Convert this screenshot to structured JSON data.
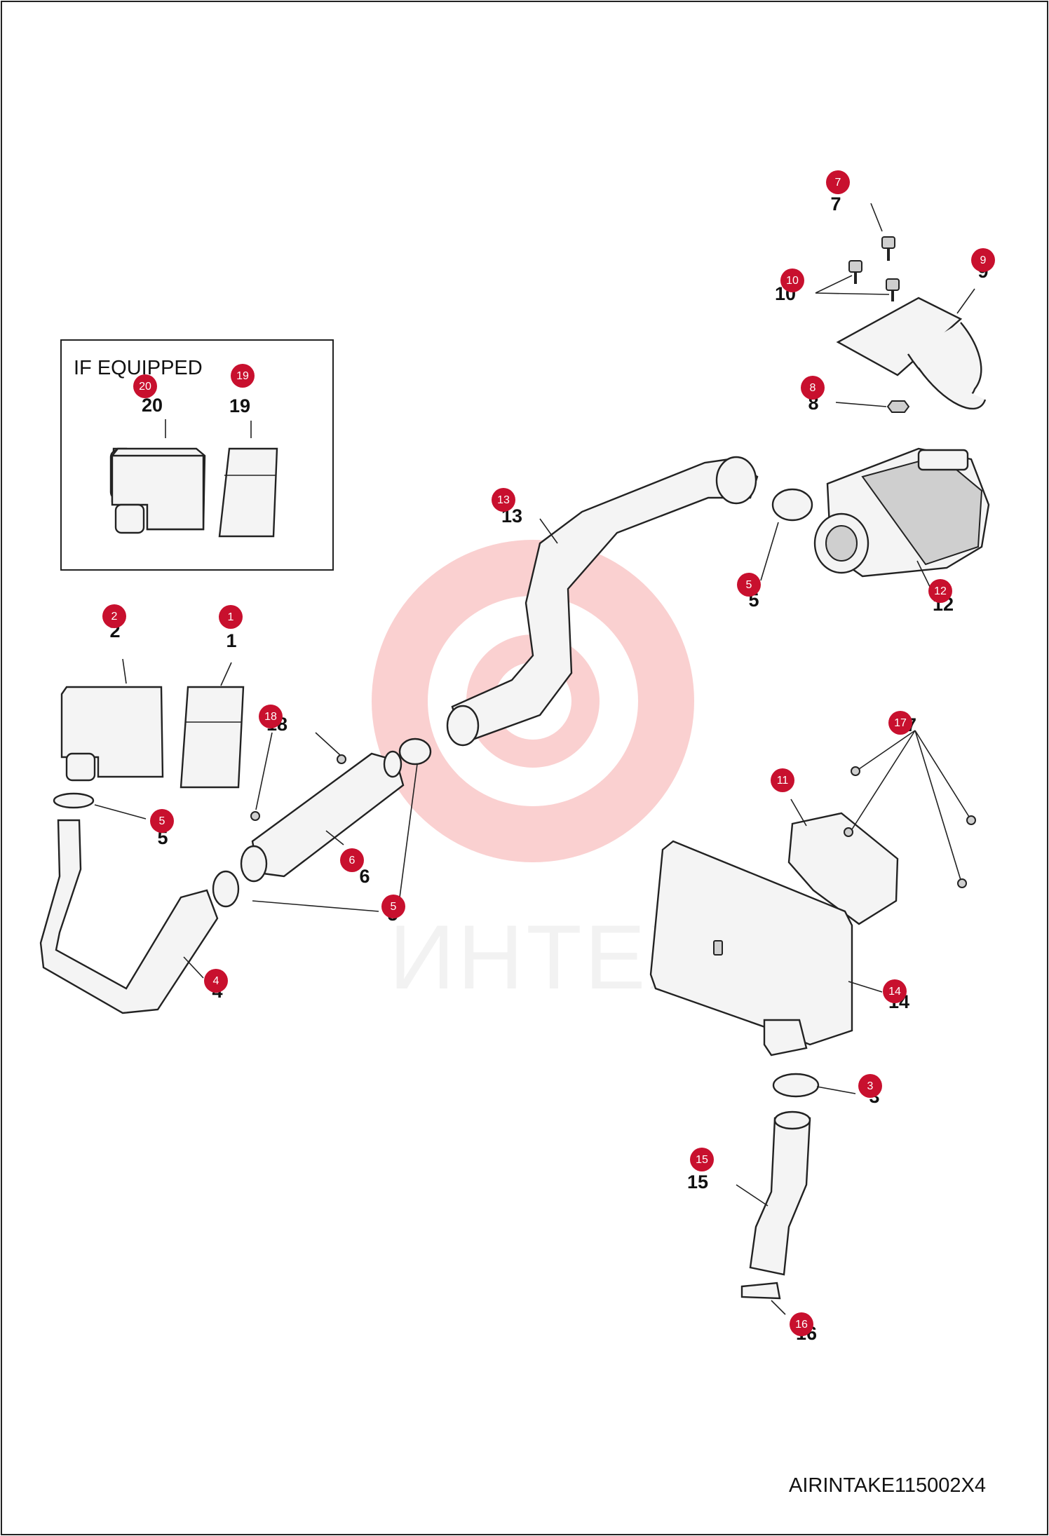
{
  "inset_box": {
    "title": "IF EQUIPPED"
  },
  "drawing_code": "AIRINTAKE115002X4",
  "watermark": {
    "text": "ИНТЕХ",
    "color": "#f07a7a"
  },
  "callout_color": "#c8102e",
  "callouts": [
    {
      "id": "c7",
      "number": "7",
      "label": "7"
    },
    {
      "id": "c10",
      "number": "10",
      "label": "10"
    },
    {
      "id": "c9",
      "number": "9",
      "label": "9"
    },
    {
      "id": "c8",
      "number": "8",
      "label": "8"
    },
    {
      "id": "c20",
      "number": "20",
      "label": "20"
    },
    {
      "id": "c19",
      "number": "19",
      "label": "19"
    },
    {
      "id": "c13",
      "number": "13",
      "label": "13"
    },
    {
      "id": "c5a",
      "number": "5",
      "label": "5"
    },
    {
      "id": "c12",
      "number": "12",
      "label": "12"
    },
    {
      "id": "c2",
      "number": "2",
      "label": "2"
    },
    {
      "id": "c1",
      "number": "1",
      "label": "1"
    },
    {
      "id": "c18",
      "number": "18",
      "label": "18"
    },
    {
      "id": "c17",
      "number": "17",
      "label": "17"
    },
    {
      "id": "c11",
      "number": "11",
      "label": "11"
    },
    {
      "id": "c5b",
      "number": "5",
      "label": "5"
    },
    {
      "id": "c6",
      "number": "6",
      "label": "6"
    },
    {
      "id": "c5c",
      "number": "5",
      "label": "5"
    },
    {
      "id": "c4",
      "number": "4",
      "label": "4"
    },
    {
      "id": "c14",
      "number": "14",
      "label": "14"
    },
    {
      "id": "c3",
      "number": "3",
      "label": "3"
    },
    {
      "id": "c15",
      "number": "15",
      "label": "15"
    },
    {
      "id": "c16",
      "number": "16",
      "label": "16"
    }
  ]
}
